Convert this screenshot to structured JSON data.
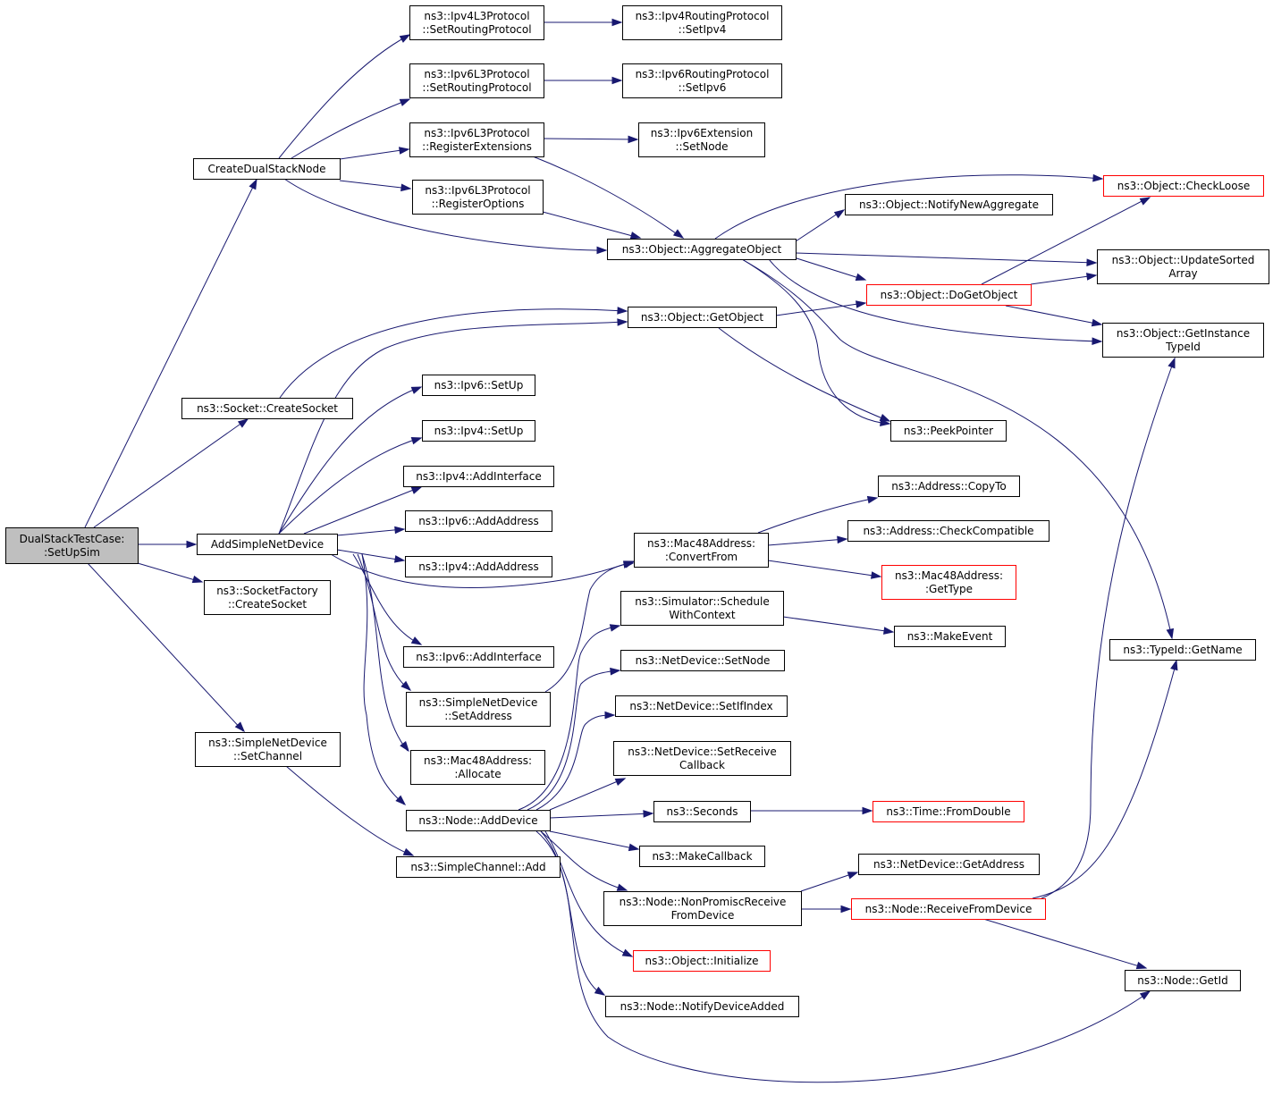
{
  "colors": {
    "edge": "#191970",
    "border": "#000000",
    "border_truncated": "#ff0000",
    "fill": "#ffffff",
    "fill_root": "#bfbfbf"
  },
  "nodes": [
    {
      "id": "root",
      "lines": [
        "DualStackTestCase:",
        ":SetUpSim"
      ],
      "truncated": false
    },
    {
      "id": "createDual",
      "lines": [
        "CreateDualStackNode"
      ],
      "truncated": false
    },
    {
      "id": "socketCreate",
      "lines": [
        "ns3::Socket::CreateSocket"
      ],
      "truncated": false
    },
    {
      "id": "addSimple",
      "lines": [
        "AddSimpleNetDevice"
      ],
      "truncated": false
    },
    {
      "id": "sockFactory",
      "lines": [
        "ns3::SocketFactory",
        "::CreateSocket"
      ],
      "truncated": false
    },
    {
      "id": "snSetChannel",
      "lines": [
        "ns3::SimpleNetDevice",
        "::SetChannel"
      ],
      "truncated": false
    },
    {
      "id": "ipv4L3SetRP",
      "lines": [
        "ns3::Ipv4L3Protocol",
        "::SetRoutingProtocol"
      ],
      "truncated": false
    },
    {
      "id": "ipv6L3SetRP",
      "lines": [
        "ns3::Ipv6L3Protocol",
        "::SetRoutingProtocol"
      ],
      "truncated": false
    },
    {
      "id": "ipv6L3RegExt",
      "lines": [
        "ns3::Ipv6L3Protocol",
        "::RegisterExtensions"
      ],
      "truncated": false
    },
    {
      "id": "ipv6L3RegOpt",
      "lines": [
        "ns3::Ipv6L3Protocol",
        "::RegisterOptions"
      ],
      "truncated": false
    },
    {
      "id": "ipv4RPSetIpv4",
      "lines": [
        "ns3::Ipv4RoutingProtocol",
        "::SetIpv4"
      ],
      "truncated": false
    },
    {
      "id": "ipv6RPSetIpv6",
      "lines": [
        "ns3::Ipv6RoutingProtocol",
        "::SetIpv6"
      ],
      "truncated": false
    },
    {
      "id": "ipv6ExtSetNode",
      "lines": [
        "ns3::Ipv6Extension",
        "::SetNode"
      ],
      "truncated": false
    },
    {
      "id": "aggObj",
      "lines": [
        "ns3::Object::AggregateObject"
      ],
      "truncated": false
    },
    {
      "id": "getObj",
      "lines": [
        "ns3::Object::GetObject"
      ],
      "truncated": false
    },
    {
      "id": "ipv6SetUp",
      "lines": [
        "ns3::Ipv6::SetUp"
      ],
      "truncated": false
    },
    {
      "id": "ipv4SetUp",
      "lines": [
        "ns3::Ipv4::SetUp"
      ],
      "truncated": false
    },
    {
      "id": "ipv4AddIf",
      "lines": [
        "ns3::Ipv4::AddInterface"
      ],
      "truncated": false
    },
    {
      "id": "ipv6AddAddr",
      "lines": [
        "ns3::Ipv6::AddAddress"
      ],
      "truncated": false
    },
    {
      "id": "ipv4AddAddr",
      "lines": [
        "ns3::Ipv4::AddAddress"
      ],
      "truncated": false
    },
    {
      "id": "ipv6AddIf",
      "lines": [
        "ns3::Ipv6::AddInterface"
      ],
      "truncated": false
    },
    {
      "id": "snSetAddr",
      "lines": [
        "ns3::SimpleNetDevice",
        "::SetAddress"
      ],
      "truncated": false
    },
    {
      "id": "macAlloc",
      "lines": [
        "ns3::Mac48Address:",
        ":Allocate"
      ],
      "truncated": false
    },
    {
      "id": "nodeAddDev",
      "lines": [
        "ns3::Node::AddDevice"
      ],
      "truncated": false
    },
    {
      "id": "scAdd",
      "lines": [
        "ns3::SimpleChannel::Add"
      ],
      "truncated": false
    },
    {
      "id": "checkLoose",
      "lines": [
        "ns3::Object::CheckLoose"
      ],
      "truncated": true
    },
    {
      "id": "notifyAgg",
      "lines": [
        "ns3::Object::NotifyNewAggregate"
      ],
      "truncated": false
    },
    {
      "id": "updSorted",
      "lines": [
        "ns3::Object::UpdateSorted",
        "Array"
      ],
      "truncated": false
    },
    {
      "id": "doGetObj",
      "lines": [
        "ns3::Object::DoGetObject"
      ],
      "truncated": true
    },
    {
      "id": "getInst",
      "lines": [
        "ns3::Object::GetInstance",
        "TypeId"
      ],
      "truncated": false
    },
    {
      "id": "peekPtr",
      "lines": [
        "ns3::PeekPointer"
      ],
      "truncated": false
    },
    {
      "id": "addrCopyTo",
      "lines": [
        "ns3::Address::CopyTo"
      ],
      "truncated": false
    },
    {
      "id": "addrCheck",
      "lines": [
        "ns3::Address::CheckCompatible"
      ],
      "truncated": false
    },
    {
      "id": "macConv",
      "lines": [
        "ns3::Mac48Address:",
        ":ConvertFrom"
      ],
      "truncated": false
    },
    {
      "id": "macGetType",
      "lines": [
        "ns3::Mac48Address:",
        ":GetType"
      ],
      "truncated": true
    },
    {
      "id": "simSched",
      "lines": [
        "ns3::Simulator::Schedule",
        "WithContext"
      ],
      "truncated": false
    },
    {
      "id": "makeEvent",
      "lines": [
        "ns3::MakeEvent"
      ],
      "truncated": false
    },
    {
      "id": "typeGetName",
      "lines": [
        "ns3::TypeId::GetName"
      ],
      "truncated": false
    },
    {
      "id": "ndSetNode",
      "lines": [
        "ns3::NetDevice::SetNode"
      ],
      "truncated": false
    },
    {
      "id": "ndSetIf",
      "lines": [
        "ns3::NetDevice::SetIfIndex"
      ],
      "truncated": false
    },
    {
      "id": "ndSetRecv",
      "lines": [
        "ns3::NetDevice::SetReceive",
        "Callback"
      ],
      "truncated": false
    },
    {
      "id": "seconds",
      "lines": [
        "ns3::Seconds"
      ],
      "truncated": false
    },
    {
      "id": "timeFromD",
      "lines": [
        "ns3::Time::FromDouble"
      ],
      "truncated": true
    },
    {
      "id": "makeCb",
      "lines": [
        "ns3::MakeCallback"
      ],
      "truncated": false
    },
    {
      "id": "ndGetAddr",
      "lines": [
        "ns3::NetDevice::GetAddress"
      ],
      "truncated": false
    },
    {
      "id": "nodeNonProm",
      "lines": [
        "ns3::Node::NonPromiscReceive",
        "FromDevice"
      ],
      "truncated": false
    },
    {
      "id": "nodeRecv",
      "lines": [
        "ns3::Node::ReceiveFromDevice"
      ],
      "truncated": true
    },
    {
      "id": "objInit",
      "lines": [
        "ns3::Object::Initialize"
      ],
      "truncated": true
    },
    {
      "id": "nodeGetId",
      "lines": [
        "ns3::Node::GetId"
      ],
      "truncated": false
    },
    {
      "id": "nodeNotify",
      "lines": [
        "ns3::Node::NotifyDeviceAdded"
      ],
      "truncated": false
    }
  ]
}
